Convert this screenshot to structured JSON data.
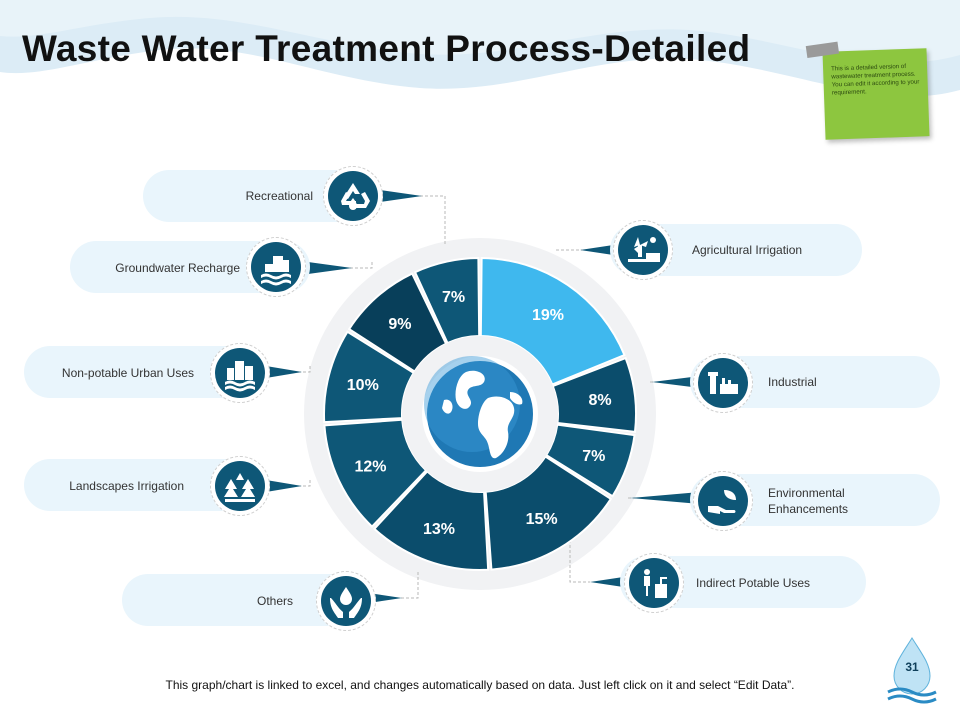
{
  "title": "Waste Water Treatment Process-Detailed",
  "note": "This is a detailed version of wastewater treatment process. You can edit it according to your requirement.",
  "footer": "This graph/chart is linked to excel, and changes automatically based on data. Just left click on it and select “Edit Data”.",
  "page_number": "31",
  "colors": {
    "highlight": "#3fb8ee",
    "dark": "#0e5777",
    "mid": "#0b4d6c",
    "pill": "#e9f5fc"
  },
  "labels": {
    "recreational": "Recreational",
    "groundwater": "Groundwater Recharge",
    "nonpotable": "Non-potable Urban Uses",
    "landscapes": "Landscapes Irrigation",
    "others": "Others",
    "agricultural": "Agricultural Irrigation",
    "industrial": "Industrial",
    "environmental": "Environmental\nEnhancements",
    "indirect": "Indirect Potable Uses"
  },
  "icons": {
    "recreational": "recycle-icon",
    "groundwater": "groundwater-icon",
    "nonpotable": "city-icon",
    "landscapes": "trees-icon",
    "others": "hands-water-icon",
    "agricultural": "farm-windmill-icon",
    "industrial": "factory-icon",
    "environmental": "hand-leaf-icon",
    "indirect": "drinking-fountain-icon"
  },
  "chart_data": {
    "type": "pie",
    "style": "donut",
    "values": [
      19,
      8,
      7,
      15,
      13,
      12,
      10,
      9,
      7
    ],
    "value_labels": [
      "19%",
      "8%",
      "7%",
      "15%",
      "13%",
      "12%",
      "10%",
      "9%",
      "7%"
    ],
    "highlight_index": 0
  }
}
